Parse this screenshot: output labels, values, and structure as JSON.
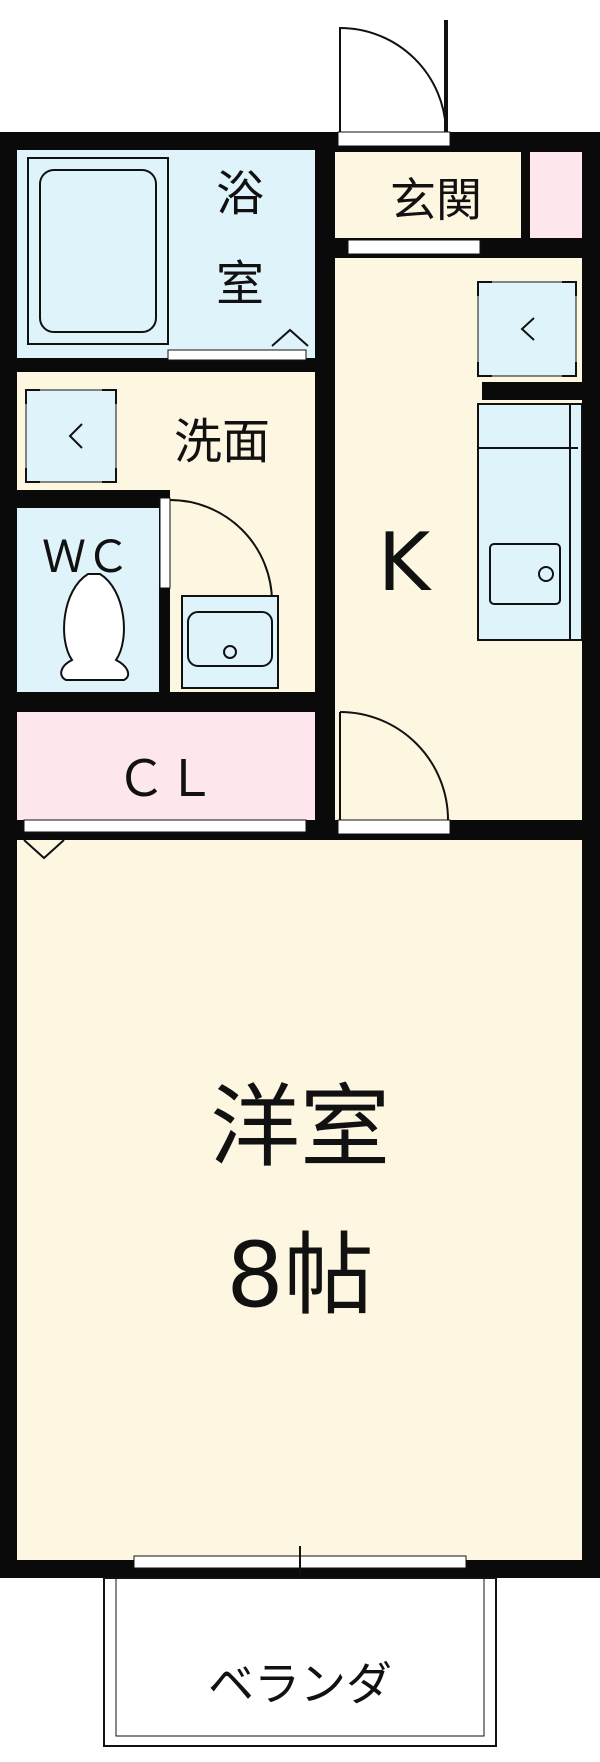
{
  "rooms": {
    "bath": "浴",
    "bath2": "室",
    "entrance": "玄関",
    "washroom": "洗面",
    "wc": "ＷＣ",
    "kitchen": "K",
    "closet": "ＣＬ",
    "western_room": "洋室",
    "western_room_size": "8帖",
    "balcony": "ベランダ"
  },
  "colors": {
    "wet_area": "#dff4fa",
    "floor": "#fdf6e1",
    "storage": "#fde6ec",
    "wall": "#0a0a0a"
  }
}
